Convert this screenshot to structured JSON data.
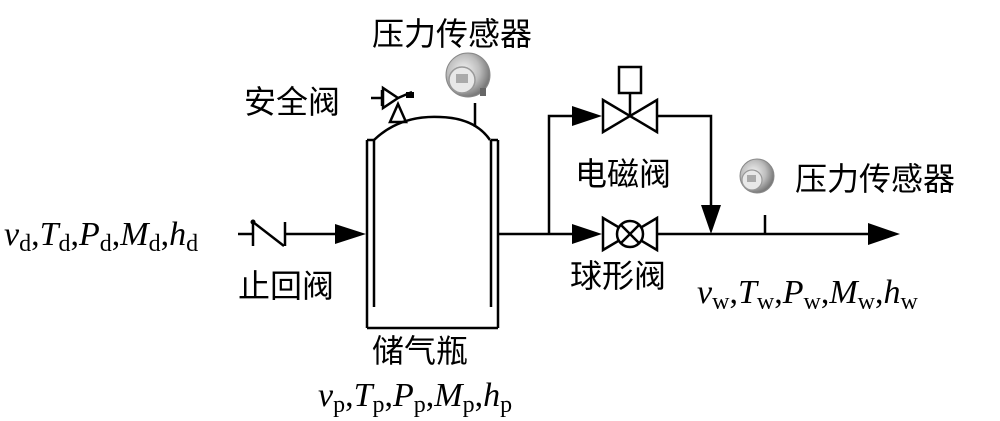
{
  "labels": {
    "pressure_sensor_top": "压力传感器",
    "pressure_sensor_right": "压力传感器",
    "safety_valve": "安全阀",
    "solenoid_valve": "电磁阀",
    "check_valve": "止回阀",
    "ball_valve": "球形阀",
    "gas_cylinder": "储气瓶"
  },
  "variables": {
    "inlet": {
      "names": [
        "v",
        "T",
        "P",
        "M",
        "h"
      ],
      "subscript": "d"
    },
    "cylinder": {
      "names": [
        "v",
        "T",
        "P",
        "M",
        "h"
      ],
      "subscript": "p"
    },
    "outlet": {
      "names": [
        "v",
        "T",
        "P",
        "M",
        "h"
      ],
      "subscript": "w"
    }
  },
  "icons": {
    "pressure_sensor": "pressure-transmitter-icon",
    "safety_valve": "relief-valve-symbol",
    "check_valve": "check-valve-symbol",
    "solenoid_valve": "solenoid-valve-symbol",
    "ball_valve": "ball-valve-symbol"
  }
}
